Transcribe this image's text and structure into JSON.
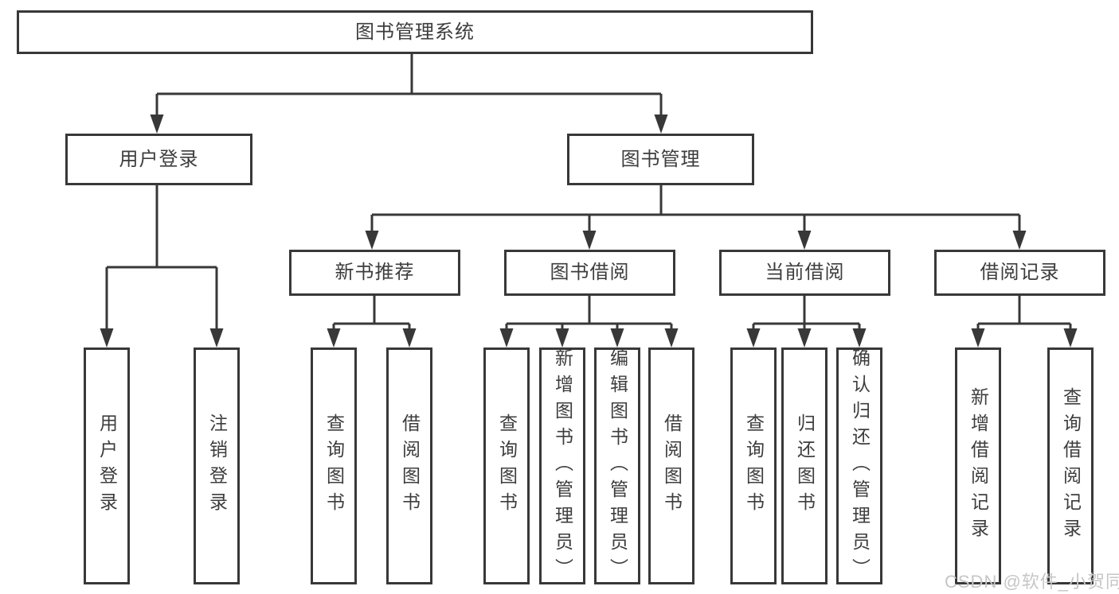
{
  "diagram_title": "图书管理系统",
  "watermark": "CSDN @软件_小贺同学",
  "colors": {
    "line": "#383838",
    "text": "#3d3d3d",
    "background": "#ffffff",
    "watermark": "#c6c6c6"
  },
  "tree": {
    "root": {
      "label": "图书管理系统"
    },
    "branches": [
      {
        "label": "用户登录",
        "children": [
          {
            "label": "用户登录"
          },
          {
            "label": "注销登录"
          }
        ]
      },
      {
        "label": "图书管理",
        "children": [
          {
            "label": "新书推荐",
            "children": [
              {
                "label": "查询图书"
              },
              {
                "label": "借阅图书"
              }
            ]
          },
          {
            "label": "图书借阅",
            "children": [
              {
                "label": "查询图书"
              },
              {
                "label": "新增图书（管理员）"
              },
              {
                "label": "编辑图书（管理员）"
              },
              {
                "label": "借阅图书"
              }
            ]
          },
          {
            "label": "当前借阅",
            "children": [
              {
                "label": "查询图书"
              },
              {
                "label": "归还图书"
              },
              {
                "label": "确认归还（管理员）"
              }
            ]
          },
          {
            "label": "借阅记录",
            "children": [
              {
                "label": "新增借阅记录"
              },
              {
                "label": "查询借阅记录"
              }
            ]
          }
        ]
      }
    ]
  }
}
